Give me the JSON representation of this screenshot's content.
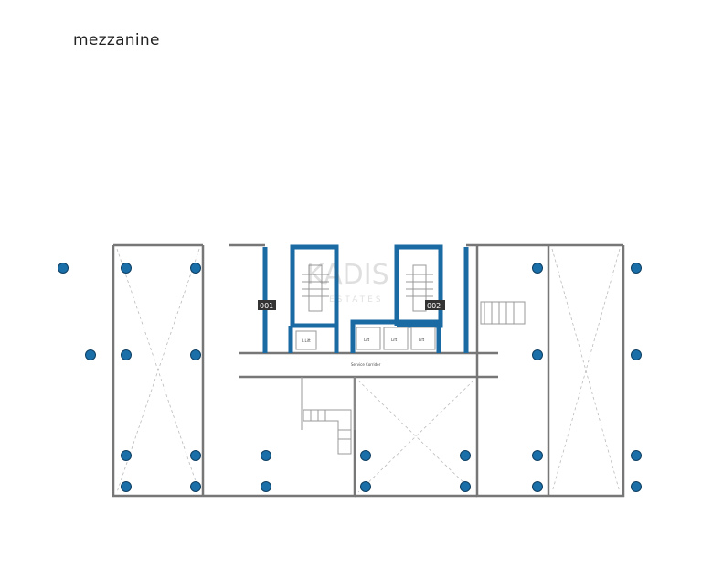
{
  "title": "mezzanine",
  "watermark": {
    "line1": "KADIS",
    "line2": "ESTATES"
  },
  "units": [
    {
      "label": "001"
    },
    {
      "label": "002"
    }
  ],
  "rooms": {
    "lift_small": "L.Lift",
    "lift_1": "Lift",
    "lift_2": "Lift",
    "lift_3": "Lift",
    "corridor": "Service Corridor"
  },
  "colors": {
    "core_walls": "#1a6aa3",
    "columns": "#1a6fa8",
    "walls": "#777777"
  }
}
